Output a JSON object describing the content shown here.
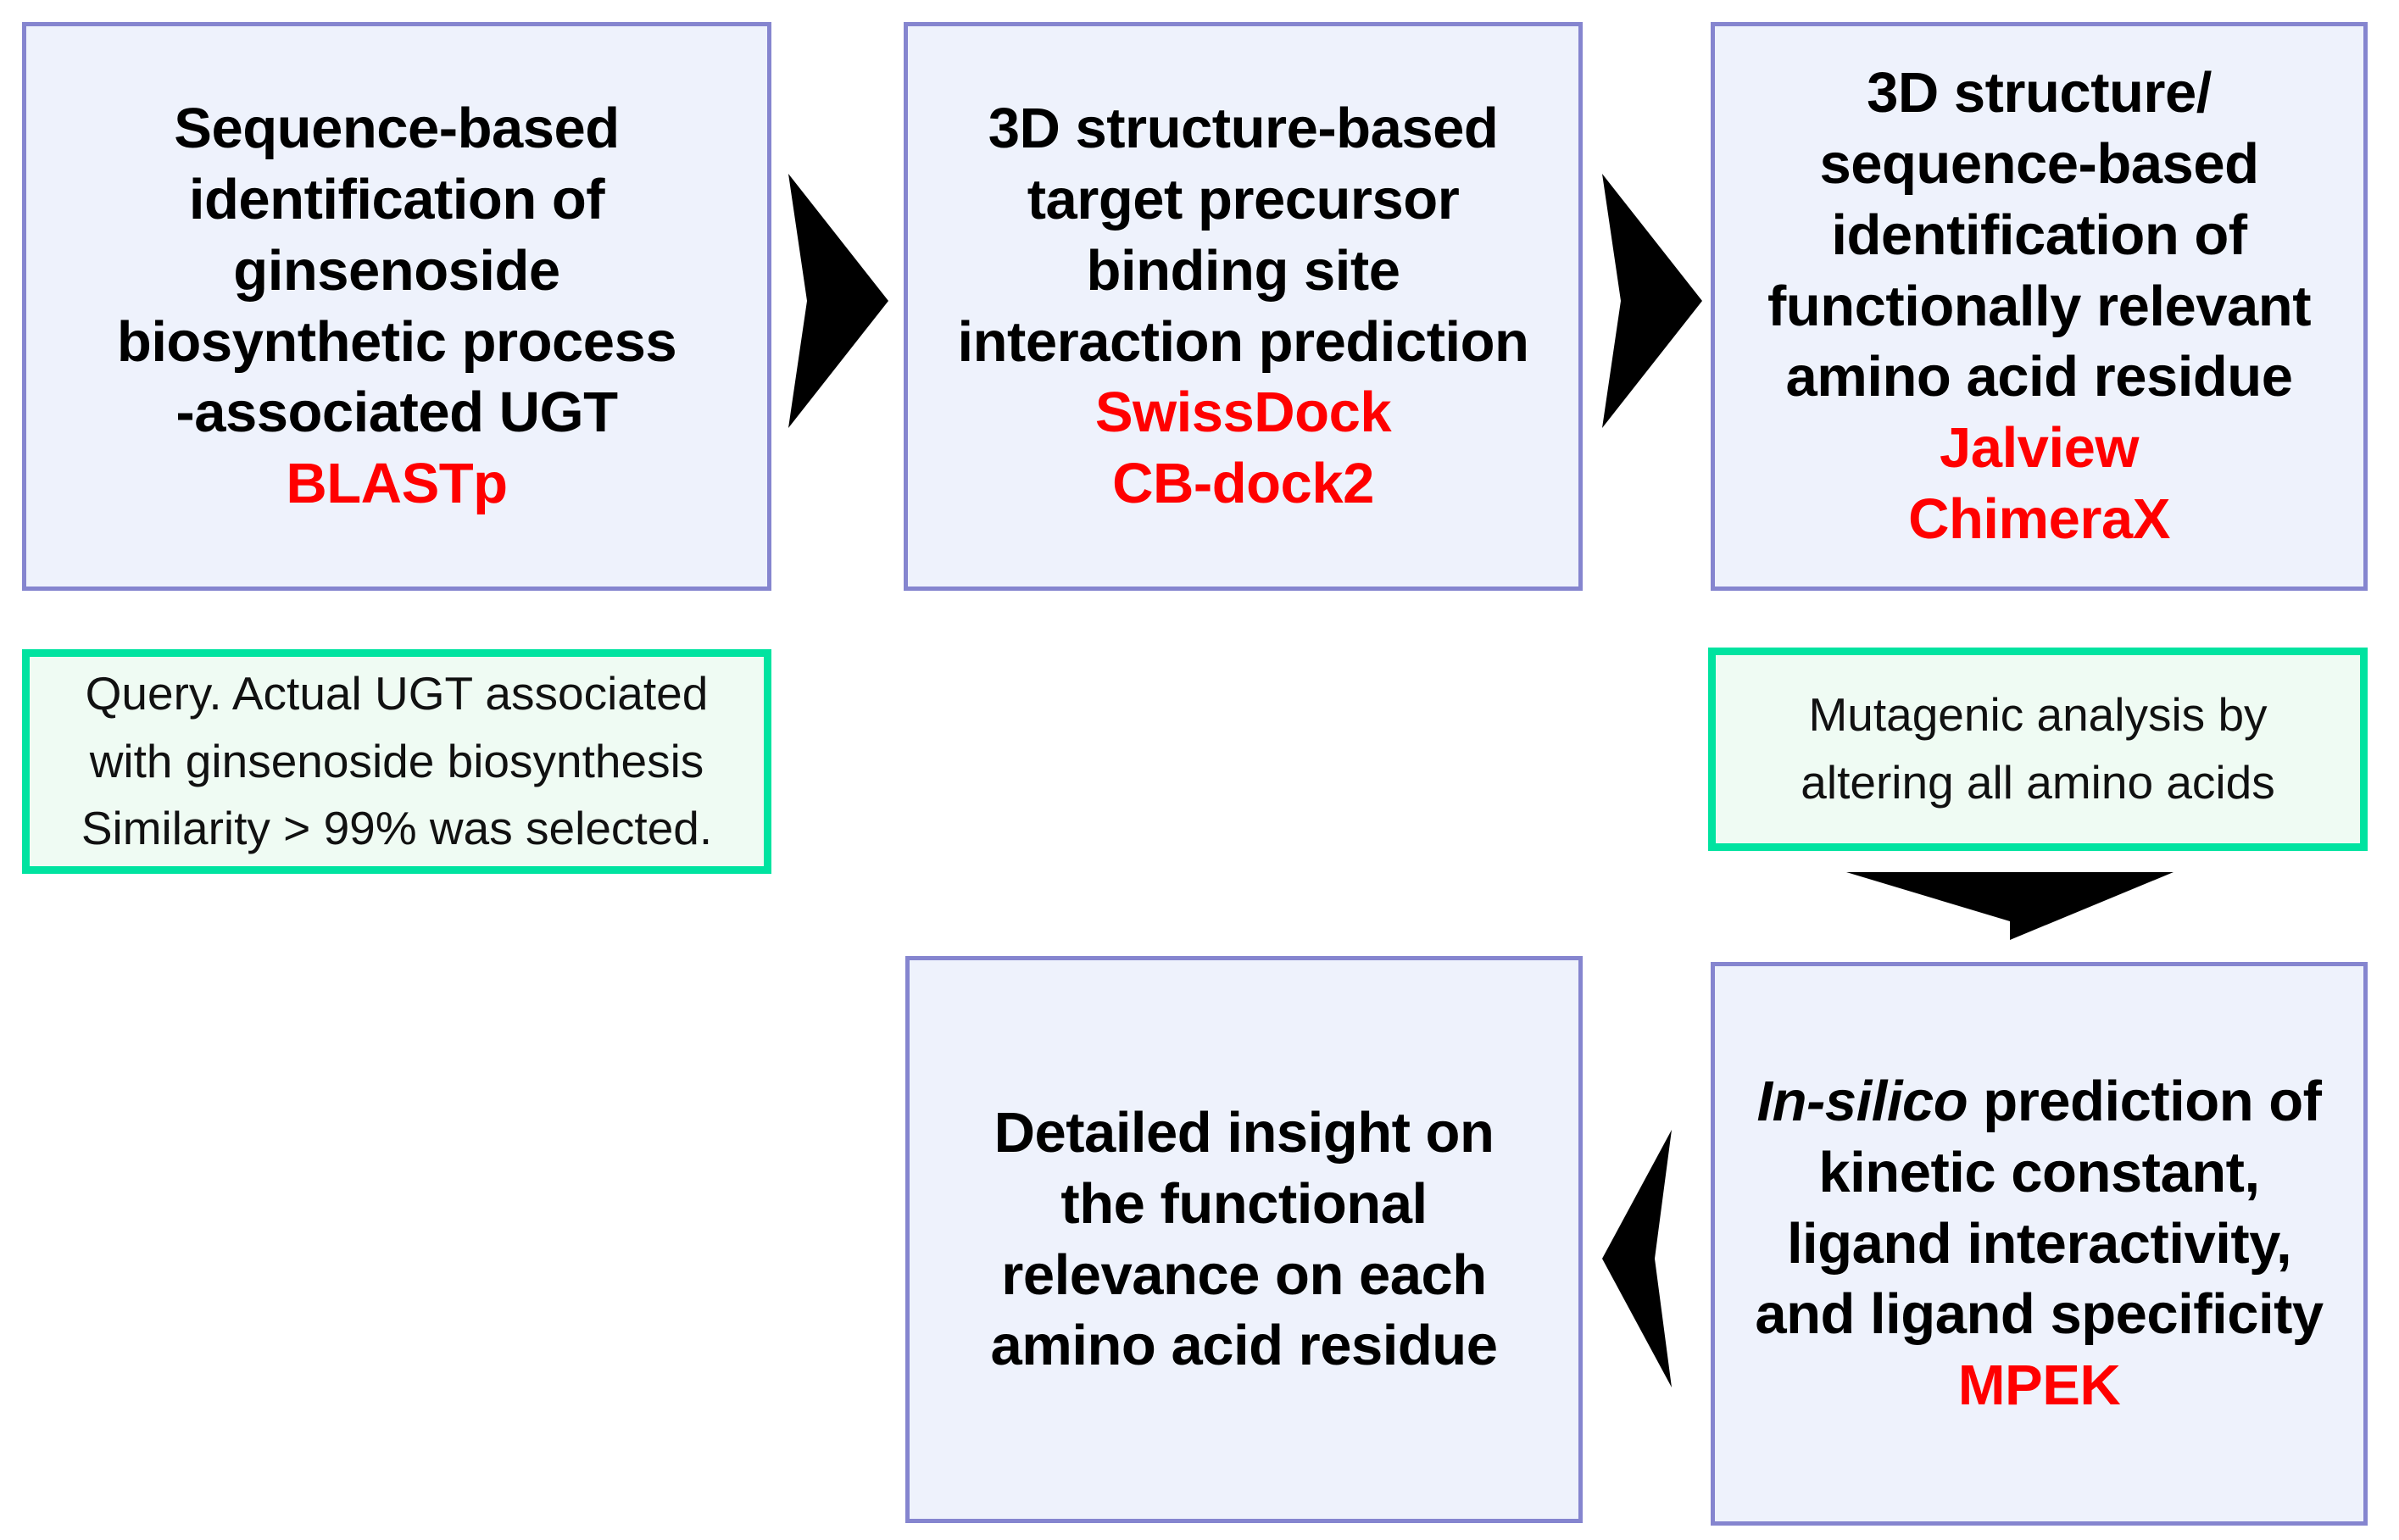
{
  "diagram": {
    "type": "flowchart",
    "title": "Ginsenoside UGT in-silico analysis workflow",
    "colors": {
      "process_border": "#8585cf",
      "process_fill": "#eef2fc",
      "note_border": "#00e3a0",
      "note_fill": "#effbf3",
      "tool_text": "#ff0000",
      "body_text": "#000000",
      "arrow": "#000000"
    },
    "nodes": {
      "step1": {
        "id": "sequence-based-identification",
        "lines": [
          "Sequence-based",
          "identification of",
          "ginsenoside",
          "biosynthetic process",
          "-associated UGT"
        ],
        "tools": [
          "BLASTp"
        ]
      },
      "step2": {
        "id": "binding-site-interaction-prediction",
        "lines": [
          "3D structure-based",
          "target precursor",
          "binding site",
          "interaction prediction"
        ],
        "tools": [
          "SwissDock",
          "CB-dock2"
        ]
      },
      "step3": {
        "id": "functionally-relevant-residue-identification",
        "lines": [
          "3D structure/",
          "sequence-based",
          "identification of",
          "functionally relevant",
          "amino acid residue"
        ],
        "tools": [
          "Jalview",
          "ChimeraX"
        ]
      },
      "step4": {
        "id": "in-silico-kinetic-prediction",
        "lines_rich": [
          {
            "italic": "In-silico",
            "rest": " prediction of"
          },
          {
            "italic": "",
            "rest": "kinetic constant,"
          },
          {
            "italic": "",
            "rest": "ligand interactivity,"
          },
          {
            "italic": "",
            "rest": "and ligand specificity"
          }
        ],
        "tools": [
          "MPEK"
        ]
      },
      "step5": {
        "id": "detailed-functional-insight",
        "lines": [
          "Detailed insight on",
          "the functional",
          "relevance on each",
          "amino acid residue"
        ],
        "tools": []
      }
    },
    "notes": {
      "query_note": {
        "id": "query-selection-note",
        "lines": [
          "Query. Actual UGT associated",
          "with ginsenoside biosynthesis",
          "Similarity > 99%  was selected."
        ]
      },
      "mutagenic_note": {
        "id": "mutagenic-analysis-note",
        "lines": [
          "Mutagenic analysis by",
          "altering all amino acids"
        ]
      }
    },
    "arrows": [
      {
        "id": "arrow-step1-to-step2",
        "direction": "right"
      },
      {
        "id": "arrow-step2-to-step3",
        "direction": "right"
      },
      {
        "id": "arrow-note-to-step4",
        "direction": "down"
      },
      {
        "id": "arrow-step4-to-step5",
        "direction": "left"
      }
    ]
  }
}
